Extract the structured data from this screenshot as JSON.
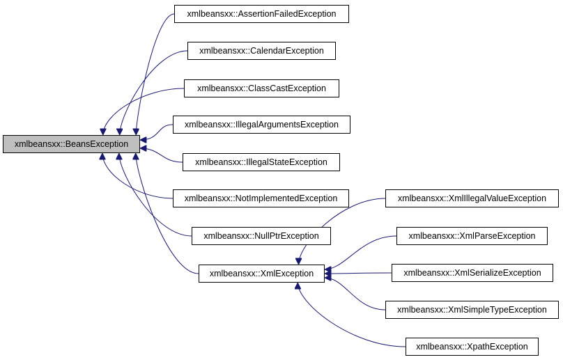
{
  "colors": {
    "edge": "#191970",
    "root_fill": "#bfbfbf",
    "node_fill": "#ffffff",
    "border": "#000000"
  },
  "nodes": {
    "beans": "xmlbeansxx::BeansException",
    "assertion": "xmlbeansxx::AssertionFailedException",
    "calendar": "xmlbeansxx::CalendarException",
    "classcast": "xmlbeansxx::ClassCastException",
    "illegalargs": "xmlbeansxx::IllegalArgumentsException",
    "illegalstate": "xmlbeansxx::IllegalStateException",
    "notimpl": "xmlbeansxx::NotImplementedException",
    "nullptr": "xmlbeansxx::NullPtrException",
    "xml": "xmlbeansxx::XmlException",
    "xmlillegal": "xmlbeansxx::XmlIllegalValueException",
    "xmlparse": "xmlbeansxx::XmlParseException",
    "xmlserialize": "xmlbeansxx::XmlSerializeException",
    "xmlsimple": "xmlbeansxx::XmlSimpleTypeException",
    "xpath": "xmlbeansxx::XpathException"
  },
  "edges": [
    [
      "assertion",
      "beans"
    ],
    [
      "calendar",
      "beans"
    ],
    [
      "classcast",
      "beans"
    ],
    [
      "illegalargs",
      "beans"
    ],
    [
      "illegalstate",
      "beans"
    ],
    [
      "notimpl",
      "beans"
    ],
    [
      "nullptr",
      "beans"
    ],
    [
      "xml",
      "beans"
    ],
    [
      "xmlillegal",
      "xml"
    ],
    [
      "xmlparse",
      "xml"
    ],
    [
      "xmlserialize",
      "xml"
    ],
    [
      "xmlsimple",
      "xml"
    ],
    [
      "xpath",
      "xml"
    ]
  ]
}
